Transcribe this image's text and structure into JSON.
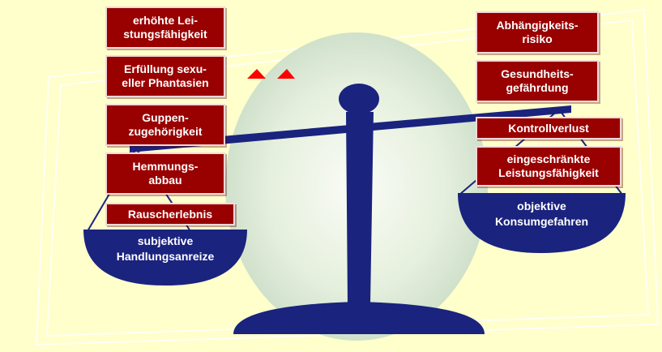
{
  "left_pan": {
    "label": "subjektive\nHandlungsanreize",
    "boxes": [
      "erhöhte Lei-\nstungsfähigkeit",
      "Erfüllung sexu-\neller Phantasien",
      "Guppen-\nzugehörigkeit",
      "Hemmungs-\nabbau",
      "Rauscherlebnis"
    ]
  },
  "right_pan": {
    "label": "objektive\nKonsumgefahren",
    "boxes": [
      "Abhängigkeits-\nrisiko",
      "Gesundheits-\ngefährdung",
      "Kontrollverlust",
      "eingeschränkte\nLeistungsfähigkeit"
    ]
  },
  "colors": {
    "background": "#FFFFCC",
    "box_fill": "#990000",
    "scale": "#1A237E",
    "circle": "#E8F2DE",
    "markers": "#FF0000"
  }
}
